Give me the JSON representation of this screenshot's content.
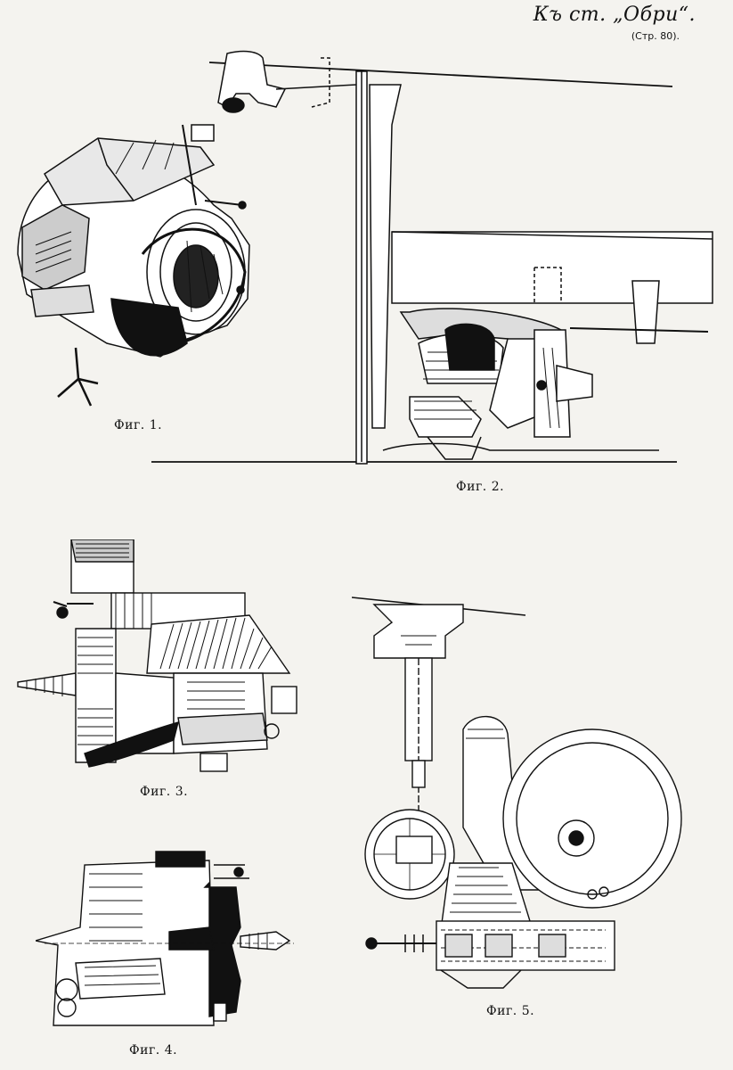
{
  "header": {
    "reference": "Къ ст. „Обри“.",
    "page_ref": "(Стр. 80)."
  },
  "figures": [
    {
      "caption": "Фиг. 1."
    },
    {
      "caption": "Фиг. 2."
    },
    {
      "caption": "Фиг. 3."
    },
    {
      "caption": "Фиг. 4."
    },
    {
      "caption": "Фиг. 5."
    }
  ]
}
